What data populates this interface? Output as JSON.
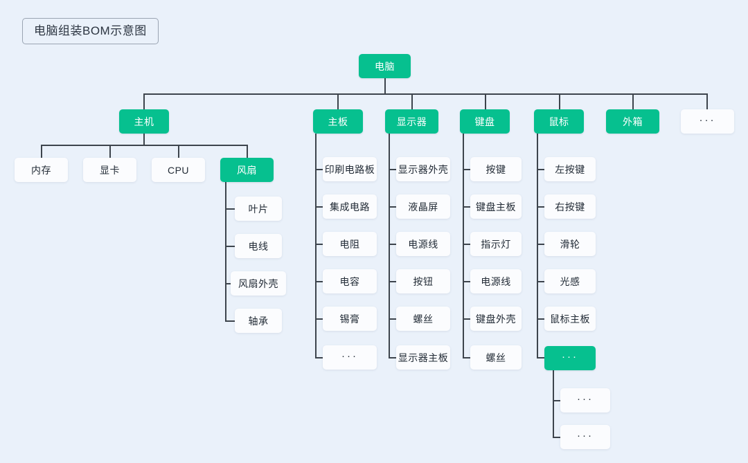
{
  "meta": {
    "title": "电脑组装BOM示意图",
    "background_color": "#eaf1fa",
    "accent_color": "#06c08f",
    "node_text_color": "#222b36",
    "line_color": "#3d444c",
    "ellipsis": "···"
  },
  "diagram": {
    "type": "tree",
    "orientation": "top-down-then-vertical-list",
    "root": {
      "label": "电脑",
      "style": "green"
    },
    "level2": [
      {
        "label": "主机",
        "style": "green"
      },
      {
        "label": "主板",
        "style": "green"
      },
      {
        "label": "显示器",
        "style": "green"
      },
      {
        "label": "键盘",
        "style": "green"
      },
      {
        "label": "鼠标",
        "style": "green"
      },
      {
        "label": "外箱",
        "style": "green"
      },
      {
        "label": "···",
        "style": "white"
      }
    ],
    "host_children": [
      {
        "label": "内存",
        "style": "white"
      },
      {
        "label": "显卡",
        "style": "white"
      },
      {
        "label": "CPU",
        "style": "white"
      },
      {
        "label": "风扇",
        "style": "green"
      }
    ],
    "fan_children": [
      {
        "label": "叶片",
        "style": "white"
      },
      {
        "label": "电线",
        "style": "white"
      },
      {
        "label": "风扇外壳",
        "style": "white"
      },
      {
        "label": "轴承",
        "style": "white"
      }
    ],
    "mainboard_children": [
      {
        "label": "印刷电路板",
        "style": "white"
      },
      {
        "label": "集成电路",
        "style": "white"
      },
      {
        "label": "电阻",
        "style": "white"
      },
      {
        "label": "电容",
        "style": "white"
      },
      {
        "label": "锡膏",
        "style": "white"
      },
      {
        "label": "···",
        "style": "white"
      }
    ],
    "monitor_children": [
      {
        "label": "显示器外壳",
        "style": "white"
      },
      {
        "label": "液晶屏",
        "style": "white"
      },
      {
        "label": "电源线",
        "style": "white"
      },
      {
        "label": "按钮",
        "style": "white"
      },
      {
        "label": "螺丝",
        "style": "white"
      },
      {
        "label": "显示器主板",
        "style": "white"
      }
    ],
    "keyboard_children": [
      {
        "label": "按键",
        "style": "white"
      },
      {
        "label": "键盘主板",
        "style": "white"
      },
      {
        "label": "指示灯",
        "style": "white"
      },
      {
        "label": "电源线",
        "style": "white"
      },
      {
        "label": "键盘外壳",
        "style": "white"
      },
      {
        "label": "螺丝",
        "style": "white"
      }
    ],
    "mouse_children": [
      {
        "label": "左按键",
        "style": "white"
      },
      {
        "label": "右按键",
        "style": "white"
      },
      {
        "label": "滑轮",
        "style": "white"
      },
      {
        "label": "光感",
        "style": "white"
      },
      {
        "label": "鼠标主板",
        "style": "white"
      },
      {
        "label": "···",
        "style": "green"
      }
    ],
    "mouse_more_children": [
      {
        "label": "···",
        "style": "white"
      },
      {
        "label": "···",
        "style": "white"
      }
    ]
  }
}
